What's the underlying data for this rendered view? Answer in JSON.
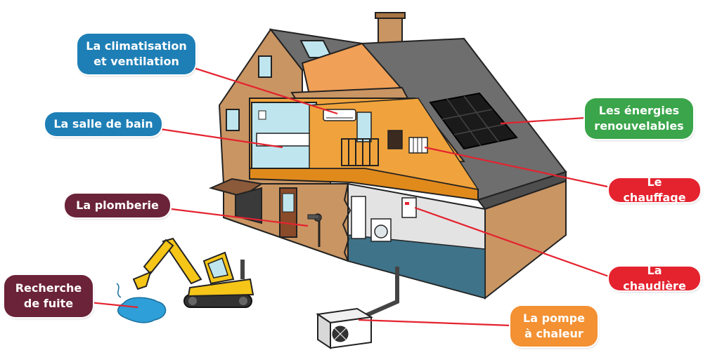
{
  "labels": {
    "climatisation": {
      "text": "La climatisation\net ventilation",
      "color": "#1e7fb6"
    },
    "salle_de_bain": {
      "text": "La salle de bain",
      "color": "#1e7fb6"
    },
    "plomberie": {
      "text": "La plomberie",
      "color": "#6b2339"
    },
    "recherche_fuite": {
      "text": "Recherche\nde fuite",
      "color": "#6b2339"
    },
    "energies": {
      "text": "Les énergies\nrenouvelables",
      "color": "#3aa54a"
    },
    "chauffage": {
      "text": "Le chauffage",
      "color": "#e4232f"
    },
    "chaudiere": {
      "text": "La chaudière",
      "color": "#e4232f"
    },
    "pompe": {
      "text": "La pompe\nà chaleur",
      "color": "#f39133"
    }
  },
  "colors": {
    "wall": "#c99563",
    "wall_dark": "#a87544",
    "roof": "#6e6e6e",
    "roof_dark": "#555555",
    "attic": "#f0a057",
    "floor_orange": "#f0a33c",
    "bathroom": "#bfe6ee",
    "basement_floor": "#3f7389",
    "leader_line": "#e4232f"
  },
  "icons": [
    "house-illustration",
    "solar-panel-icon",
    "excavator-icon",
    "water-puddle-icon",
    "heat-pump-unit-icon",
    "boiler-icon",
    "radiator-icon",
    "air-conditioner-icon",
    "washing-machine-icon",
    "faucet-icon"
  ]
}
